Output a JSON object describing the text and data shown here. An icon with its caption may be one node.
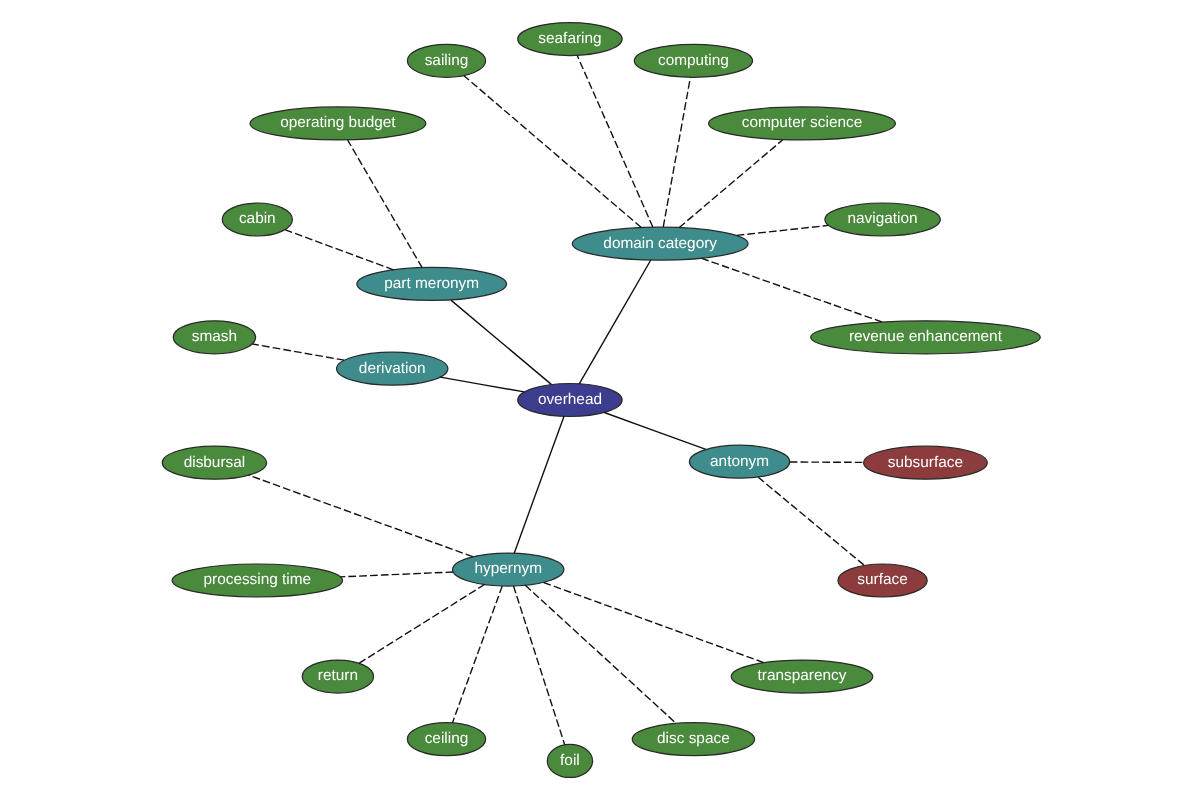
{
  "diagram": {
    "nodes": [
      {
        "text": [
          "revenue enhancement"
        ]
      },
      {
        "text": [
          "navigation"
        ]
      },
      {
        "text": [
          "computer science"
        ]
      },
      {
        "text": [
          "computing"
        ]
      },
      {
        "text": [
          "seafaring"
        ]
      },
      {
        "text": [
          "domain category"
        ]
      },
      {
        "text": [
          "sailing"
        ]
      },
      {
        "text": [
          "operating budget"
        ]
      },
      {
        "text": [
          "cabin"
        ]
      },
      {
        "text": [
          "part meronym"
        ]
      },
      {
        "text": [
          "overhead"
        ]
      },
      {
        "text": [
          "derivation"
        ]
      },
      {
        "text": [
          "smash"
        ]
      },
      {
        "text": [
          "disbursal"
        ]
      },
      {
        "text": [
          "processing time"
        ]
      },
      {
        "text": [
          "hypernym"
        ]
      },
      {
        "text": [
          "return"
        ]
      },
      {
        "text": [
          "antonym"
        ]
      },
      {
        "text": [
          "ceiling"
        ]
      },
      {
        "text": [
          "foil"
        ]
      },
      {
        "text": [
          "disc space"
        ]
      },
      {
        "text": [
          "surface"
        ]
      },
      {
        "text": [
          "transparency"
        ]
      },
      {
        "text": [
          "subsurface"
        ]
      }
    ],
    "edges": [
      {
        "from": 10,
        "to": 5,
        "arrow": "none"
      },
      {
        "from": 10,
        "to": 9,
        "arrow": "none"
      },
      {
        "from": 10,
        "to": 11,
        "arrow": "none"
      },
      {
        "from": 10,
        "to": 15,
        "arrow": "none"
      },
      {
        "from": 10,
        "to": 17,
        "arrow": "none"
      },
      {
        "from": 5,
        "to": 0,
        "arrow": "none",
        "style": "dashed"
      },
      {
        "from": 5,
        "to": 1,
        "arrow": "none",
        "style": "dashed"
      },
      {
        "from": 5,
        "to": 2,
        "arrow": "none",
        "style": "dashed"
      },
      {
        "from": 5,
        "to": 3,
        "arrow": "none",
        "style": "dashed"
      },
      {
        "from": 5,
        "to": 4,
        "arrow": "none",
        "style": "dashed"
      },
      {
        "from": 5,
        "to": 6,
        "arrow": "none",
        "style": "dashed"
      },
      {
        "from": 9,
        "to": 7,
        "arrow": "none",
        "style": "dashed"
      },
      {
        "from": 9,
        "to": 8,
        "arrow": "none",
        "style": "dashed"
      },
      {
        "from": 11,
        "to": 12,
        "arrow": "none",
        "style": "dashed"
      },
      {
        "from": 15,
        "to": 13,
        "arrow": "none",
        "style": "dashed"
      },
      {
        "from": 15,
        "to": 14,
        "arrow": "none",
        "style": "dashed"
      },
      {
        "from": 15,
        "to": 16,
        "arrow": "none",
        "style": "dashed"
      },
      {
        "from": 15,
        "to": 18,
        "arrow": "none",
        "style": "dashed"
      },
      {
        "from": 15,
        "to": 19,
        "arrow": "none",
        "style": "dashed"
      },
      {
        "from": 15,
        "to": 20,
        "arrow": "none",
        "style": "dashed"
      },
      {
        "from": 15,
        "to": 22,
        "arrow": "none",
        "style": "dashed"
      },
      {
        "from": 17,
        "to": 21,
        "arrow": "none",
        "style": "dashed"
      },
      {
        "from": 17,
        "to": 23,
        "arrow": "none",
        "style": "dashed"
      }
    ]
  }
}
